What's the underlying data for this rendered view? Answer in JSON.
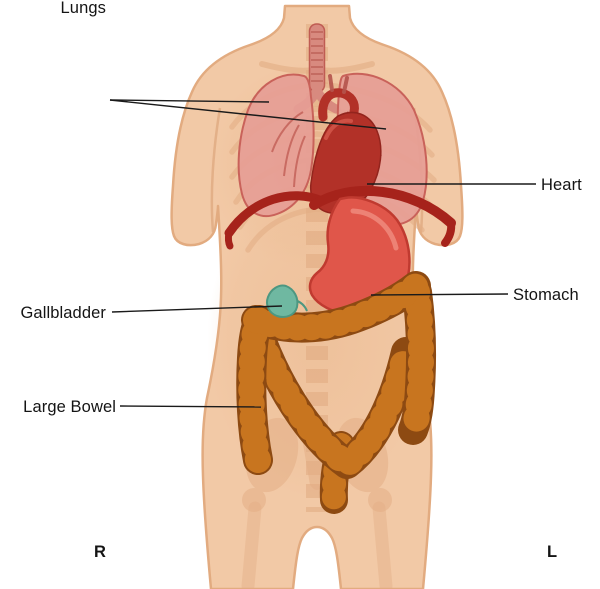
{
  "diagram": {
    "labels": {
      "lungs": "Lungs",
      "heart": "Heart",
      "stomach": "Stomach",
      "gallbladder": "Gallbladder",
      "large_bowel": "Large Bowel"
    },
    "side_markers": {
      "right": "R",
      "left": "L"
    },
    "colors": {
      "background": "#ffffff",
      "skin": "#f2c9a6",
      "skin_outline": "#e2ab80",
      "bone": "#e3ad84",
      "lung": "#e69d95",
      "lung_outline": "#c9625a",
      "heart": "#b23128",
      "diaphragm": "#a6231b",
      "stomach": "#e0564a",
      "gallbladder": "#6fb8a1",
      "bowel": "#c8751f",
      "bowel_outline": "#8d4a12",
      "label_text": "#141414",
      "leader_line": "#1a1a1a"
    }
  }
}
